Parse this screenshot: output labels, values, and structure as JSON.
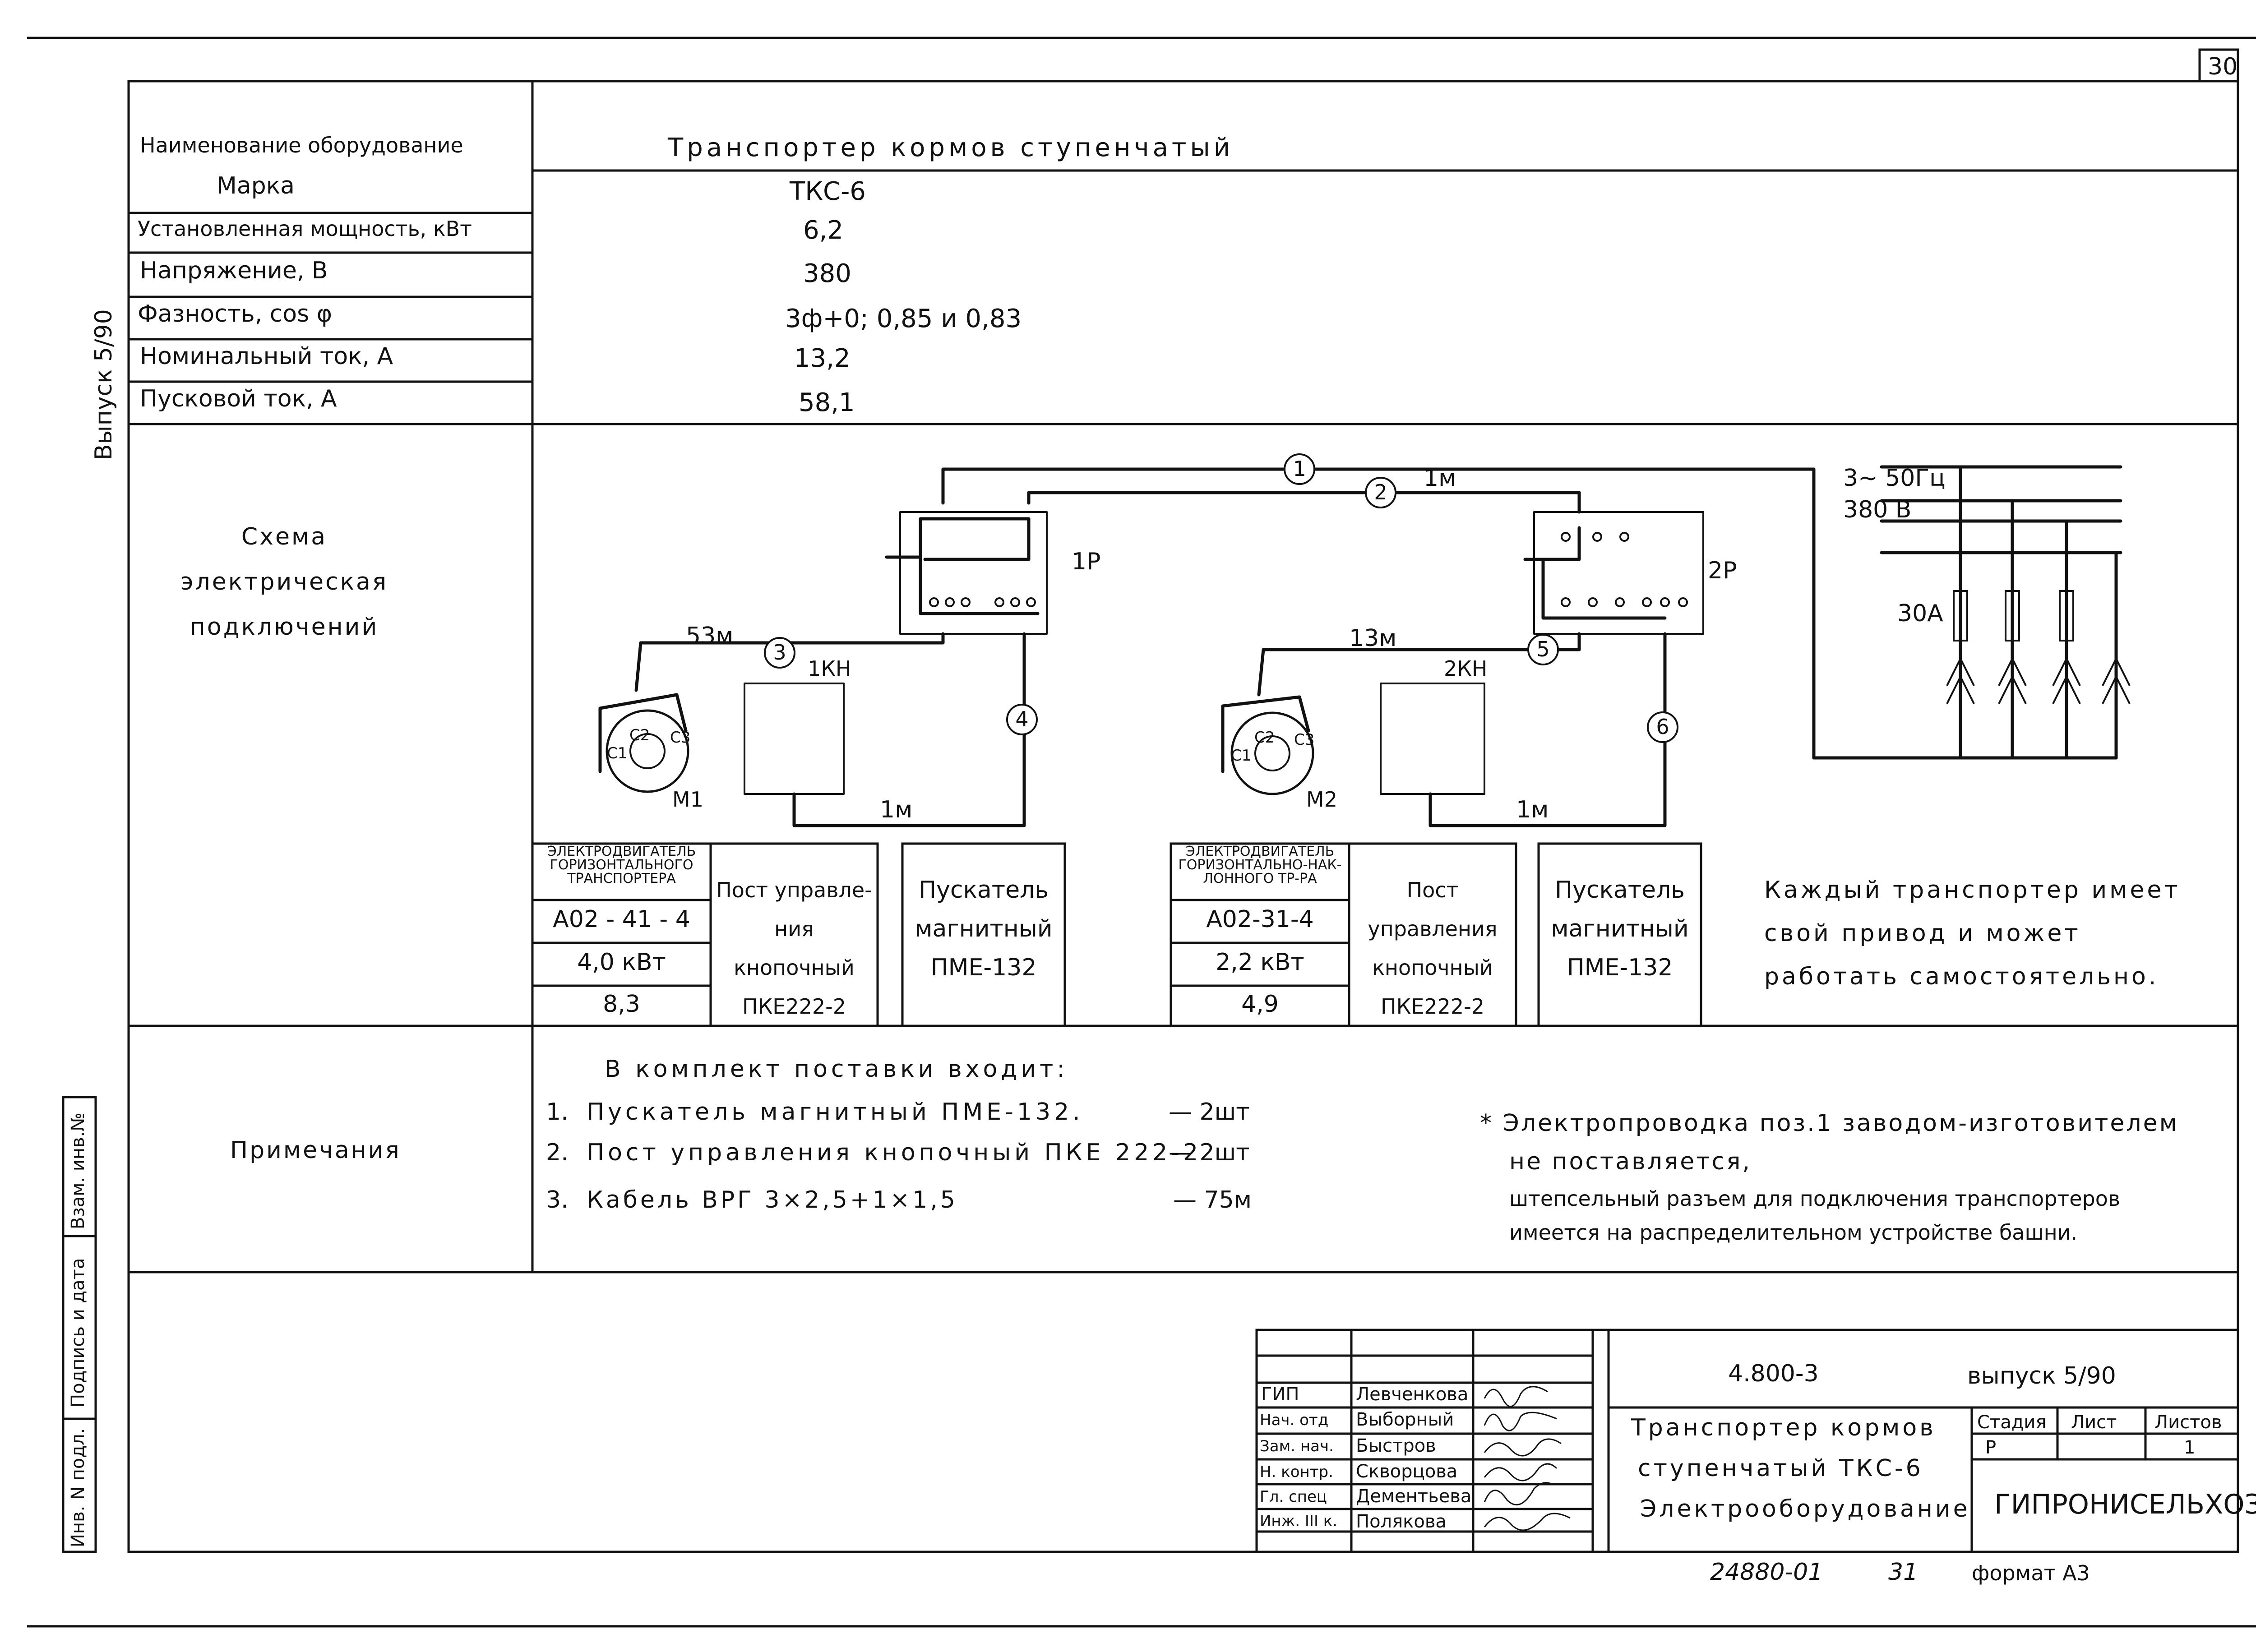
{
  "sheet_number": "30",
  "side_label": "Выпуск 5/90",
  "equipment": {
    "rows": [
      {
        "label": "Наименование оборудование",
        "value": "Транспортер кормов ступенчатый"
      },
      {
        "label": "Марка",
        "value": "ТКС-6"
      },
      {
        "label": "Установленная мощность, кВт",
        "value": "6,2"
      },
      {
        "label": "Напряжение, В",
        "value": "380"
      },
      {
        "label": "Фазность, cos φ",
        "value": "3ф+0; 0,85 и 0,83"
      },
      {
        "label": "Номинальный ток, А",
        "value": "13,2"
      },
      {
        "label": "Пусковой ток, А",
        "value": "58,1"
      }
    ]
  },
  "scheme": {
    "label": "Схема электрическая подключений",
    "supply": {
      "line1": "3~ 50Гц",
      "line2": "380 В",
      "fuse": "30А"
    },
    "relays": {
      "r1": "1Р",
      "r2": "2Р"
    },
    "buttons": {
      "b1": "1КН",
      "b2": "2КН"
    },
    "motors": {
      "m1": "М1",
      "m2": "М2",
      "c1": "С1",
      "c2": "С2",
      "c3": "С3"
    },
    "cable_marks": [
      "1",
      "2",
      "3",
      "4",
      "5",
      "6"
    ],
    "lengths": {
      "l1": "1м",
      "l2": "53м",
      "l3": "1м",
      "l4": "13м",
      "l5": "1м"
    },
    "motor_table_1": {
      "header": "ЭЛЕКТРОДВИГАТЕЛЬ ГОРИЗОНТАЛЬНОГО ТРАНСПОРТЕРА",
      "model": "А02 - 41 - 4",
      "power": "4,0 кВт",
      "current": "8,3"
    },
    "control_1": "Пост управле- ния кнопочный ПКЕ222-2",
    "starter_1": "Пускатель магнитный ПМЕ-132",
    "motor_table_2": {
      "header": "ЭЛЕКТРОДВИГАТЕЛЬ ГОРИЗОНТАЛЬНО-НАК- ЛОННОГО ТР-РА",
      "model": "А02-31-4",
      "power": "2,2 кВт",
      "current": "4,9"
    },
    "control_2": "Пост управления кнопочный ПКЕ222-2",
    "starter_2": "Пускатель магнитный ПМЕ-132",
    "note": "Каждый транспортер имеет свой привод и может работать самостоятельно."
  },
  "notes": {
    "label": "Примечания",
    "title": "В комплект поставки входит:",
    "items": [
      {
        "n": "1.",
        "text": "Пускатель магнитный ПМЕ-132.",
        "qty": "— 2шт"
      },
      {
        "n": "2.",
        "text": "Пост управления кнопочный ПКЕ 222-2",
        "qty": "— 2шт"
      },
      {
        "n": "3.",
        "text": "Кабель ВРГ 3×2,5+1×1,5",
        "qty": "— 75м"
      }
    ],
    "star_note": [
      "* Электропроводка поз.1 заводом-изготовителем",
      "не поставляется,",
      "штепсельный разъем для подключения транспортеров",
      "имеется на распределительном устройстве башни."
    ]
  },
  "left_stamp": [
    "Инв. N подл.",
    "Подпись и дата",
    "Взам. инв.№"
  ],
  "title_block": {
    "roles": [
      {
        "role": "ГИП",
        "name": "Левченкова"
      },
      {
        "role": "Нач. отд",
        "name": "Выборный"
      },
      {
        "role": "Зам. нач.",
        "name": "Быстров"
      },
      {
        "role": "Н. контр.",
        "name": "Скворцова"
      },
      {
        "role": "Гл. спец",
        "name": "Дементьева"
      },
      {
        "role": "Инж. III к.",
        "name": "Полякова"
      }
    ],
    "doc_code": "4.800-3",
    "issue": "выпуск 5/90",
    "title": [
      "Транспортер кормов",
      "ступенчатый ТКС-6",
      "Электрооборудование"
    ],
    "stage_header": "Стадия",
    "sheet_header": "Лист",
    "sheets_header": "Листов",
    "stage": "Р",
    "sheet": "",
    "sheets": "1",
    "org": "ГИПРОНИСЕЛЬХОЗ",
    "bottom_code": "24880-01",
    "bottom_num": "31",
    "format": "формат А3"
  }
}
